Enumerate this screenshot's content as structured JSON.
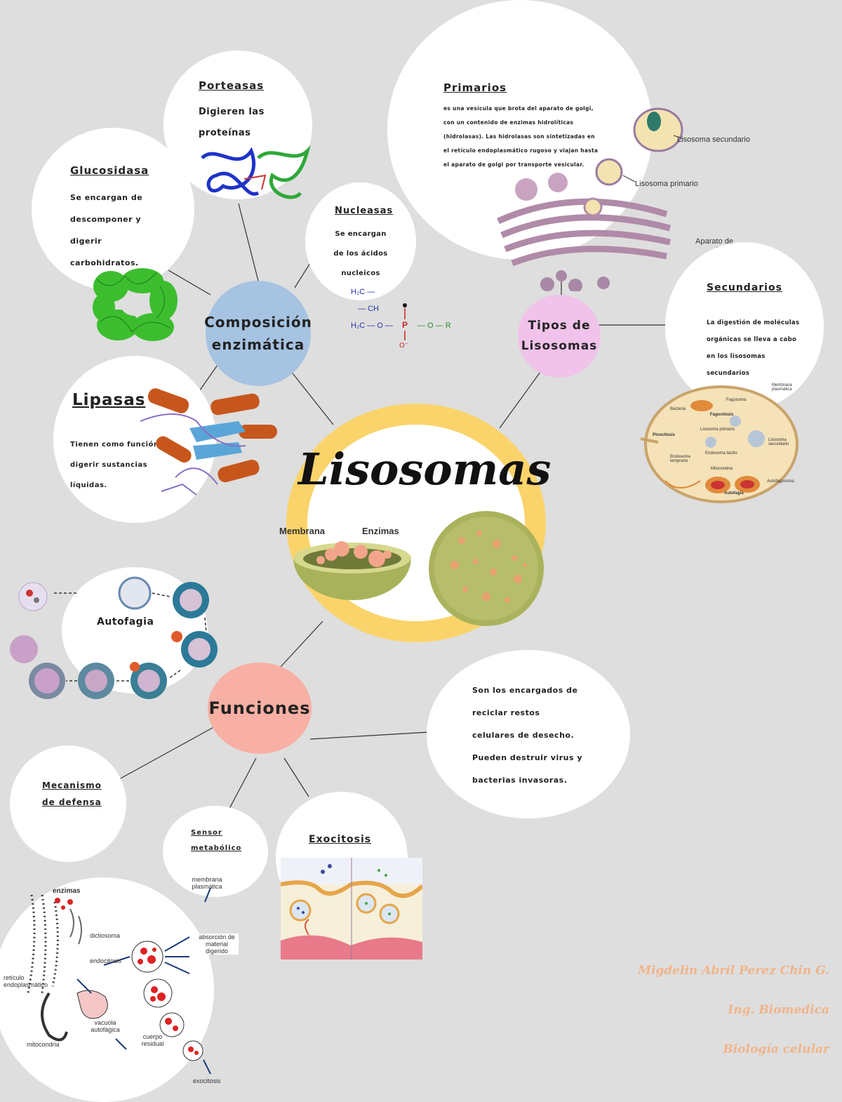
{
  "title": "Lisosomas",
  "cell_labels": {
    "membrana": "Membrana",
    "enzimas": "Enzimas"
  },
  "composicion": {
    "label_line1": "Composición",
    "label_line2": "enzimática"
  },
  "porteasas": {
    "title": "Porteasas",
    "line1": "Digieren las",
    "line2": "proteínas"
  },
  "glucosidasa": {
    "title": "Glucosidasa",
    "line1": "Se encargan de",
    "line2": "descomponer y",
    "line3": "digerir",
    "line4": "carbohidratos."
  },
  "nucleasas": {
    "title": "Nucleasas",
    "line1": "Se encargan",
    "line2": "de los ácidos",
    "line3": "nucleicos"
  },
  "lipasas": {
    "title": "Lipasas",
    "line1": "Tienen como función",
    "line2": "digerir sustancias",
    "line3": "líquidas."
  },
  "tipos": {
    "label_line1": "Tipos de",
    "label_line2": "Lisosomas"
  },
  "primarios": {
    "title": "Primarios",
    "line1": "es una vesícula que brota del aparato de golgi,",
    "line2": "con un contenido de enzimas hidrolíticas",
    "line3": "(hidrolasas). Las hidrolasas son sintetizadas en",
    "line4": "el retículo endoplasmático rugoso y viajan hasta",
    "line5": "el aparato de golgi por transporte vesicular."
  },
  "golgi_labels": {
    "secundario": "Lisosoma secundario",
    "primario": "Lisosoma primario",
    "aparato": "Aparato de Golgi"
  },
  "secundarios": {
    "title": "Secundarios",
    "line1": "La digestión de moléculas",
    "line2": "orgánicas se lleva a cabo",
    "line3": "en los lisosomas",
    "line4": "secundarios"
  },
  "secundarios_diagram": {
    "membrana": "Membrana plasmática",
    "bacteria": "Bacteria",
    "fagosoma": "Fagosoma",
    "fagocitosis": "Fagocitosis",
    "pinocitosis": "Pinocitosis",
    "lis_primario": "Lisosoma primario",
    "endosoma_temprano": "Endosoma temprano",
    "endosoma_tardio": "Endosoma tardío",
    "lis_secundario": "Lisosoma secundario",
    "mitocondria": "Mitocondria",
    "autofagosoma": "Autofagosoma",
    "autofagia": "Autofagia"
  },
  "funciones": {
    "label": "Funciones"
  },
  "autofagia": {
    "label": "Autofagia"
  },
  "reciclar": {
    "line1": "Son los encargados de",
    "line2": "reciclar restos",
    "line3": "celulares de desecho.",
    "line4": "Pueden destruir virus y",
    "line5": "bacterias invasoras."
  },
  "mecanismo": {
    "line1": "Mecanismo",
    "line2": "de defensa"
  },
  "sensor": {
    "line1": "Sensor",
    "line2": "metabólico"
  },
  "exocitosis": {
    "title": "Exocitosis"
  },
  "bottom_diagram": {
    "enzimas": "enzimas",
    "membrana": "membrana plasmática",
    "dictiosoma": "dictiosoma",
    "endocitosis": "endocitosis",
    "absorcion": "absorción de material digerido",
    "reticulo": "retículo endoplasmático",
    "vacuola": "vacuola autofágica",
    "mitocondria": "mitocondria",
    "cuerpo": "cuerpo residual",
    "exocitosis": "exocitosis"
  },
  "signature": {
    "name": "Migdelin Abril Perez Chin G.",
    "program": "Ing. Biomedica",
    "course": "Biología celular"
  },
  "colors": {
    "background": "#dedede",
    "ring": "#fad46a",
    "composicion": "#a6c3e2",
    "tipos": "#f1c2ea",
    "funciones": "#f7b0a3",
    "signature": "#f0b48a"
  }
}
